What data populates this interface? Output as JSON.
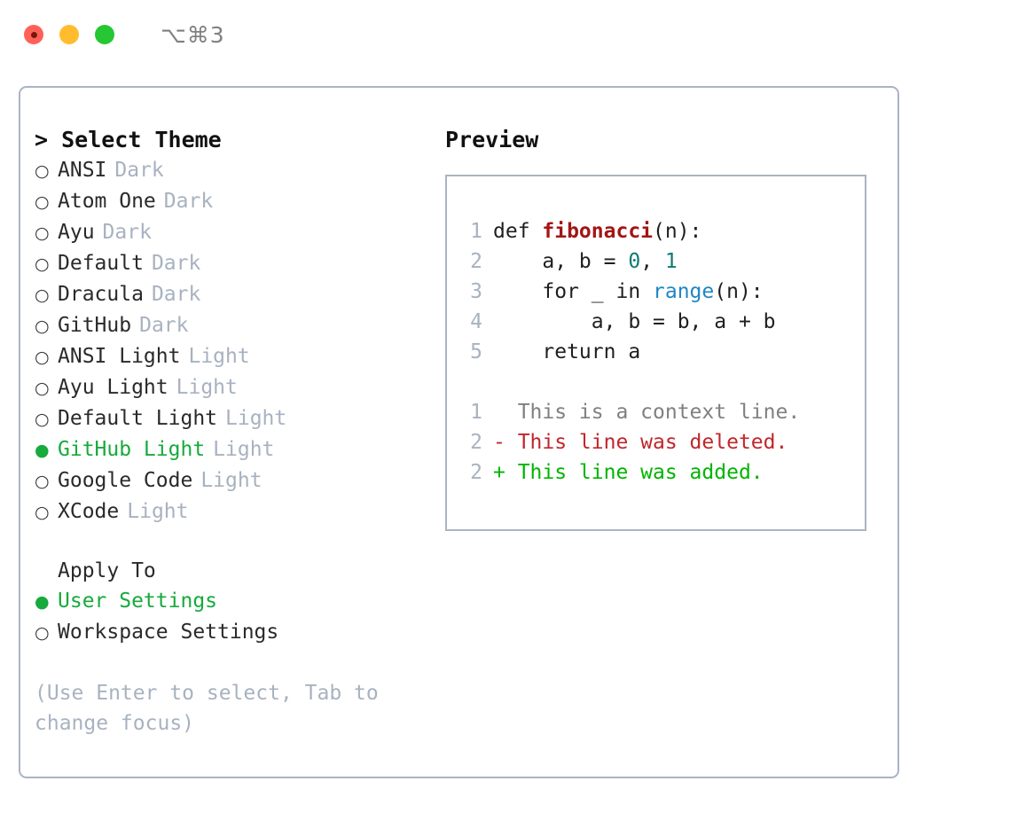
{
  "titlebar": {
    "shortcut": "⌥⌘3",
    "lights": [
      {
        "name": "close",
        "color": "#ff6159"
      },
      {
        "name": "minimize",
        "color": "#ffbd2e"
      },
      {
        "name": "maximize",
        "color": "#25c732"
      }
    ]
  },
  "theme_picker": {
    "header": "> Select Theme",
    "bullet_selected": "●",
    "bullet_unselected": "○",
    "items": [
      {
        "label": "ANSI",
        "badge": "Dark",
        "selected": false
      },
      {
        "label": "Atom One",
        "badge": "Dark",
        "selected": false
      },
      {
        "label": "Ayu",
        "badge": "Dark",
        "selected": false
      },
      {
        "label": "Default",
        "badge": "Dark",
        "selected": false
      },
      {
        "label": "Dracula",
        "badge": "Dark",
        "selected": false
      },
      {
        "label": "GitHub",
        "badge": "Dark",
        "selected": false
      },
      {
        "label": "ANSI Light",
        "badge": "Light",
        "selected": false
      },
      {
        "label": "Ayu Light",
        "badge": "Light",
        "selected": false
      },
      {
        "label": "Default Light",
        "badge": "Light",
        "selected": false
      },
      {
        "label": "GitHub Light",
        "badge": "Light",
        "selected": true
      },
      {
        "label": "Google Code",
        "badge": "Light",
        "selected": false
      },
      {
        "label": "XCode",
        "badge": "Light",
        "selected": false
      }
    ]
  },
  "apply_to": {
    "header": "Apply To",
    "items": [
      {
        "label": "User Settings",
        "selected": true
      },
      {
        "label": "Workspace Settings",
        "selected": false
      }
    ]
  },
  "hint": "(Use Enter to select, Tab to change focus)",
  "preview": {
    "title": "Preview",
    "code_lines": [
      {
        "number": "1",
        "segments": [
          {
            "text": "def ",
            "type": "plain"
          },
          {
            "text": "fibonacci",
            "type": "func"
          },
          {
            "text": "(n):",
            "type": "plain"
          }
        ]
      },
      {
        "number": "2",
        "segments": [
          {
            "text": "    a, b = ",
            "type": "plain"
          },
          {
            "text": "0",
            "type": "num"
          },
          {
            "text": ", ",
            "type": "plain"
          },
          {
            "text": "1",
            "type": "num"
          }
        ]
      },
      {
        "number": "3",
        "segments": [
          {
            "text": "    for _ in ",
            "type": "plain"
          },
          {
            "text": "range",
            "type": "call"
          },
          {
            "text": "(n):",
            "type": "plain"
          }
        ]
      },
      {
        "number": "4",
        "segments": [
          {
            "text": "        a, b = b, a + b",
            "type": "plain"
          }
        ]
      },
      {
        "number": "5",
        "segments": [
          {
            "text": "    return a",
            "type": "plain"
          }
        ]
      }
    ],
    "diff_lines": [
      {
        "number": "1",
        "marker": " ",
        "text": " This is a context line.",
        "kind": "context"
      },
      {
        "number": "2",
        "marker": "-",
        "text": " This line was deleted.",
        "kind": "delete"
      },
      {
        "number": "2",
        "marker": "+",
        "text": " This line was added.",
        "kind": "add"
      }
    ]
  },
  "colors": {
    "accent_green": "#17aa3c",
    "border": "#aab4c4",
    "badge_gray": "#a8b2c0",
    "diff_delete": "#c0262b",
    "diff_add": "#00b400",
    "syntax_func": "#a31515",
    "syntax_number": "#0f7a73",
    "syntax_call": "#1f86c4"
  }
}
